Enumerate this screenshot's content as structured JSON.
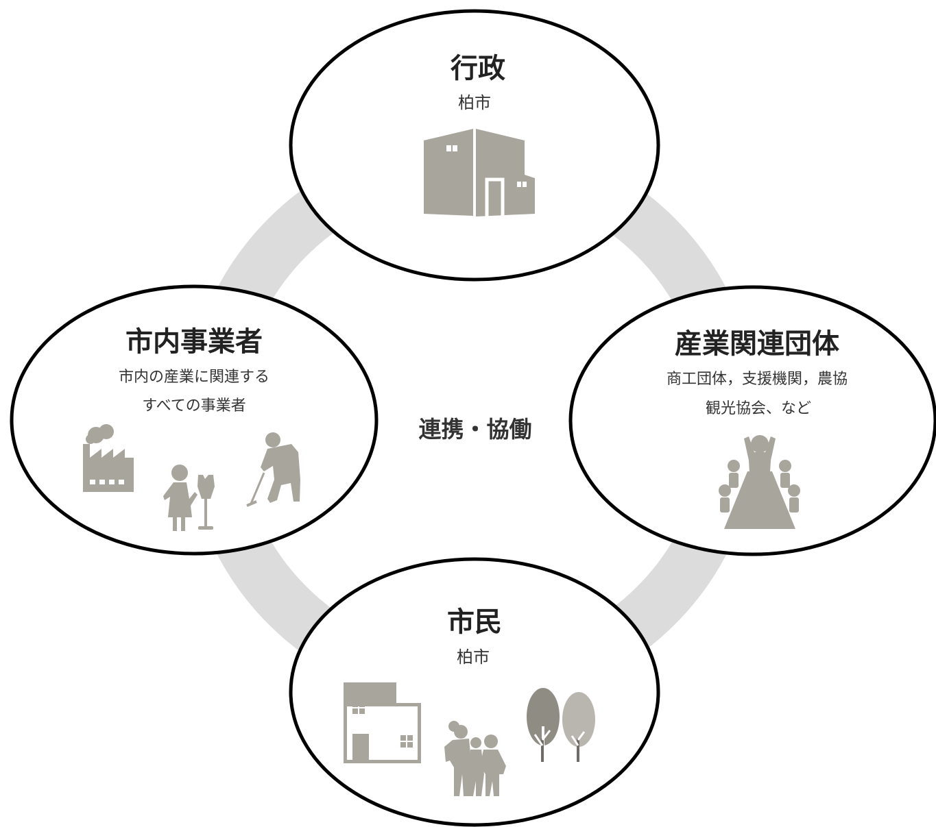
{
  "center": {
    "label": "連携・協働"
  },
  "nodes": {
    "top": {
      "title": "行政",
      "subtitle": "柏市",
      "icon": "city-hall-icon"
    },
    "left": {
      "title": "市内事業者",
      "subtitle_line1": "市内の産業に関連する",
      "subtitle_line2": "すべての事業者",
      "icons": [
        "factory-icon",
        "tailor-icon",
        "cleaner-icon"
      ]
    },
    "right": {
      "title": "産業関連団体",
      "subtitle_line1": "商工団体，支援機関，農協",
      "subtitle_line2": "観光協会、など",
      "icon": "meeting-icon"
    },
    "bottom": {
      "title": "市民",
      "subtitle": "柏市",
      "icons": [
        "house-icon",
        "family-icon",
        "trees-icon"
      ]
    }
  },
  "colors": {
    "ring": "#dcdcdc",
    "ellipse_stroke": "#000000",
    "silhouette": "#a8a59c",
    "silhouette_dark": "#8f8c84"
  }
}
